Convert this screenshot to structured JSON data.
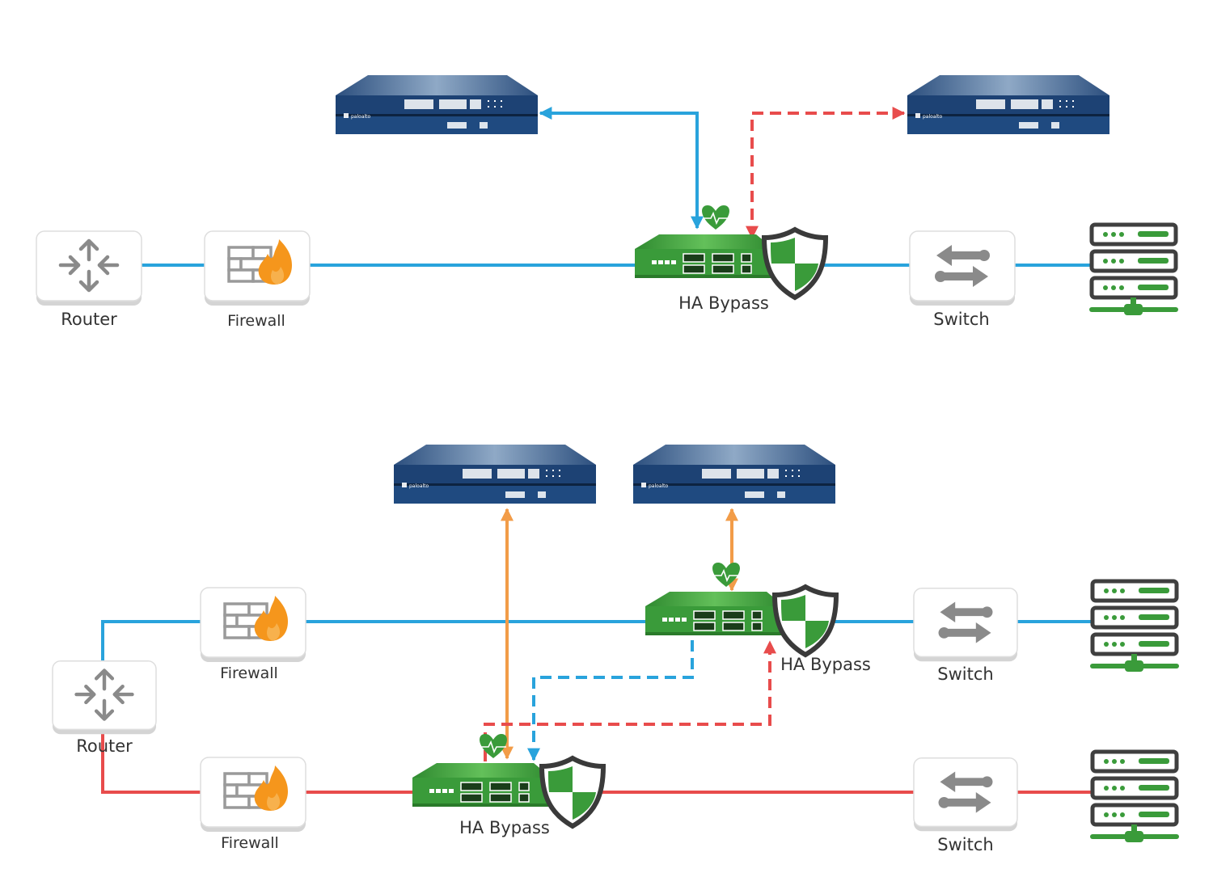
{
  "labels": {
    "top_router": "Router",
    "top_firewall": "Firewall",
    "top_bypass": "HA Bypass",
    "top_switch": "Switch",
    "bottom_router": "Router",
    "bottom_firewall_1": "Firewall",
    "bottom_firewall_2": "Firewall",
    "bottom_bypass_1": "HA Bypass",
    "bottom_bypass_2": "HA Bypass",
    "bottom_switch_1": "Switch",
    "bottom_switch_2": "Switch"
  },
  "appliance_brand": "paloalto",
  "colors": {
    "blue_link": "#29a3dc",
    "red_link": "#e84c4c",
    "orange_link": "#f29c48",
    "green_device": "#3a9b3a",
    "appliance_navy": "#1c3f6e",
    "flame": "#f5961c",
    "icon_gray": "#8a8a8a"
  },
  "icons": {
    "router": "router-arrows-icon",
    "firewall": "brick-wall-flame-icon",
    "switch": "switch-arrows-icon",
    "server": "server-rack-icon",
    "heartbeat": "heart-pulse-icon",
    "shield": "shield-icon"
  }
}
